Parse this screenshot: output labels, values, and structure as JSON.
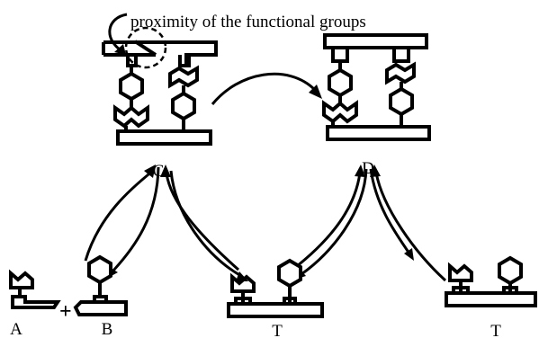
{
  "caption": "proximity of the functional groups",
  "labels": {
    "C": "C",
    "D": "D",
    "A": "A",
    "B": "B",
    "plus": "+",
    "T_middle": "T",
    "T_right": "T"
  }
}
